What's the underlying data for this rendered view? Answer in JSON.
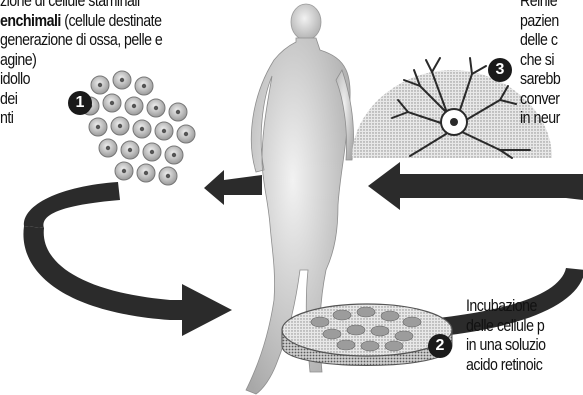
{
  "step1": {
    "number": "1",
    "line1": "zione di cellule staminali",
    "line2_bold": "enchimali",
    "line2_rest": " (cellule destinate",
    "line3": "generazione di ossa, pelle e",
    "line4": "agine)",
    "line5": "idollo",
    "line6": "dei",
    "line7": "nti"
  },
  "step2": {
    "number": "2",
    "line1": "Incubazione",
    "line2": "delle cellule p",
    "line3": "in una soluzio",
    "line4": "acido retinoic"
  },
  "step3": {
    "number": "3",
    "line1": "Reinie",
    "line2": "pazien",
    "line3": "delle c",
    "line4": "che si",
    "line5": "sarebb",
    "line6": "conver",
    "line7": "in neur"
  },
  "colors": {
    "ink": "#1a1a1a",
    "arrow": "#2b2b2b",
    "cell_fill": "#bdbdbd",
    "body_fill": "#d9d9d9"
  }
}
